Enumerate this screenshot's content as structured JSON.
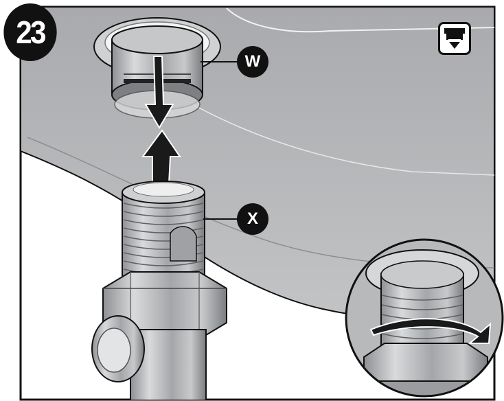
{
  "step": {
    "number": "23"
  },
  "callouts": [
    {
      "id": "w",
      "label": "W"
    },
    {
      "id": "x",
      "label": "X"
    }
  ],
  "icons": {
    "top_right": "faucet-drain-down-icon"
  },
  "colors": {
    "background_part": "#b9babc",
    "outline": "#111111",
    "highlight": "#e6e6e6",
    "badge": "#111111",
    "badge_text": "#ffffff"
  }
}
